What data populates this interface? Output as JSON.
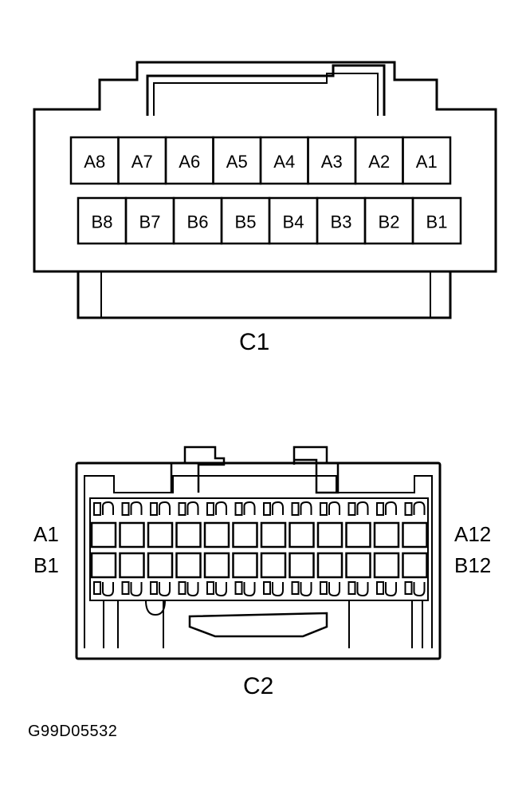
{
  "connector_c1": {
    "label": "C1",
    "row_a": [
      "A8",
      "A7",
      "A6",
      "A5",
      "A4",
      "A3",
      "A2",
      "A1"
    ],
    "row_b": [
      "B8",
      "B7",
      "B6",
      "B5",
      "B4",
      "B3",
      "B2",
      "B1"
    ]
  },
  "connector_c2": {
    "label": "C2",
    "left_row_a": "A1",
    "left_row_b": "B1",
    "right_row_a": "A12",
    "right_row_b": "B12",
    "cavities_per_row": 12
  },
  "figure_id": "G99D05532",
  "colors": {
    "ink": "#000000",
    "paper": "#ffffff"
  }
}
